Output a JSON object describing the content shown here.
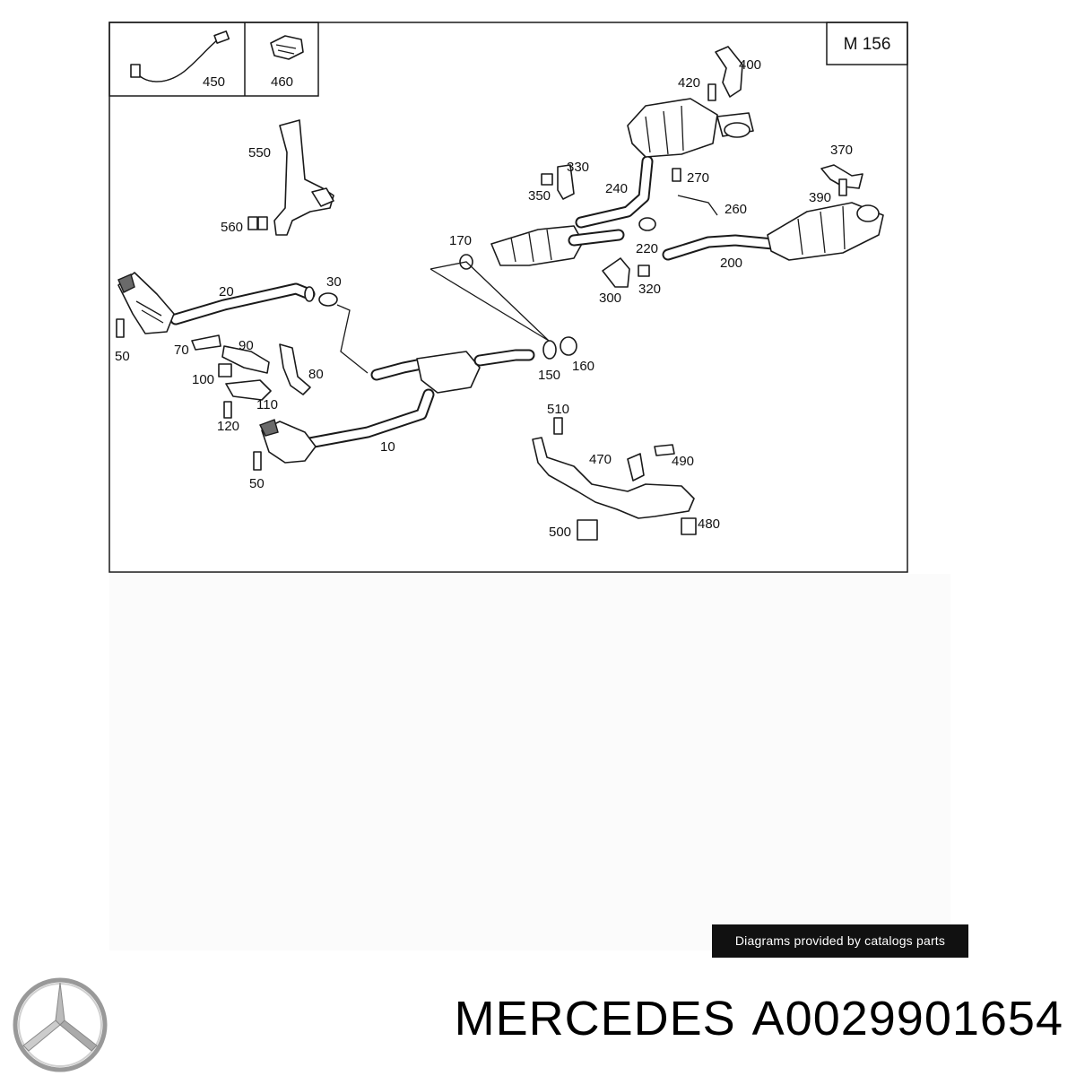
{
  "diagram": {
    "engine_label": "M 156",
    "callouts": {
      "c10": "10",
      "c20": "20",
      "c30": "30",
      "c50a": "50",
      "c50b": "50",
      "c70": "70",
      "c80": "80",
      "c90": "90",
      "c100": "100",
      "c110": "110",
      "c120": "120",
      "c150": "150",
      "c160": "160",
      "c170": "170",
      "c200": "200",
      "c220": "220",
      "c240": "240",
      "c260": "260",
      "c270": "270",
      "c300": "300",
      "c320": "320",
      "c330": "330",
      "c350": "350",
      "c370": "370",
      "c390": "390",
      "c400": "400",
      "c420": "420",
      "c450": "450",
      "c460": "460",
      "c470": "470",
      "c480": "480",
      "c490": "490",
      "c500": "500",
      "c510": "510",
      "c550": "550",
      "c560": "560"
    }
  },
  "credit_text": "Diagrams provided by catalogs parts",
  "brand": "MERCEDES",
  "part_number": "A0029901654"
}
